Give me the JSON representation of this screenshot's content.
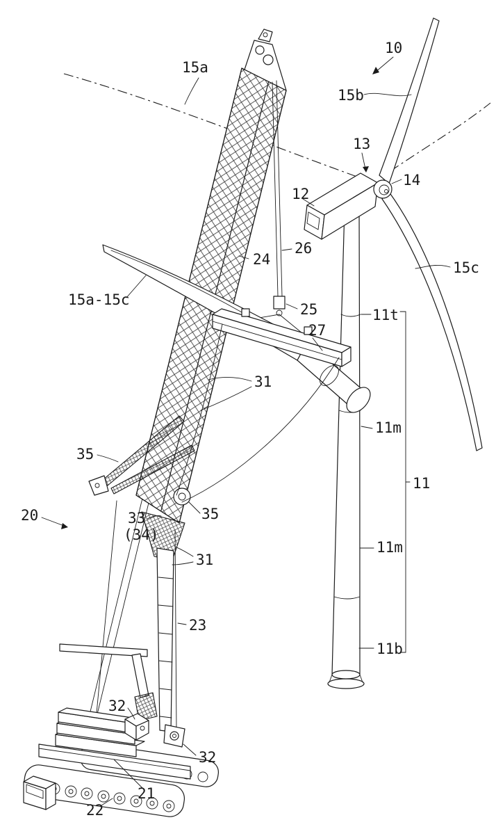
{
  "figure": {
    "kind": "patent-line-drawing",
    "subject": "Crawler crane lifting a wind turbine blade beside a wind turbine tower"
  },
  "colors": {
    "ink": "#1a1a1a",
    "background": "#ffffff"
  },
  "labels": {
    "ref10": "10",
    "ref11": "11",
    "ref11t": "11t",
    "ref11m1": "11m",
    "ref11m2": "11m",
    "ref11b": "11b",
    "ref12": "12",
    "ref13": "13",
    "ref14": "14",
    "ref15a": "15a",
    "ref15b": "15b",
    "ref15c": "15c",
    "ref15a15c": "15a-15c",
    "ref20": "20",
    "ref21": "21",
    "ref22": "22",
    "ref23": "23",
    "ref24": "24",
    "ref25": "25",
    "ref26": "26",
    "ref27": "27",
    "ref31a": "31",
    "ref31b": "31",
    "ref32a": "32",
    "ref32b": "32",
    "ref33": "33",
    "ref34": "(34)",
    "ref35a": "35",
    "ref35b": "35"
  }
}
